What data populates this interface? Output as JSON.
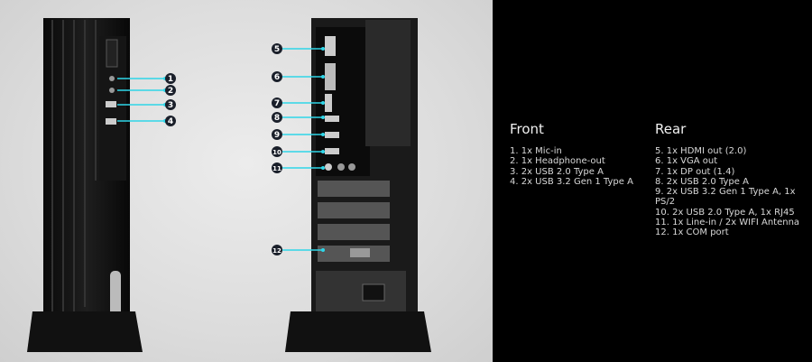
{
  "front": {
    "title": "Front",
    "items": [
      "1. 1x Mic-in",
      "2. 1x Headphone-out",
      "3. 2x USB 2.0 Type A",
      "4. 2x USB 3.2 Gen 1 Type A"
    ]
  },
  "rear": {
    "title": "Rear",
    "items": [
      "5. 1x HDMI out (2.0)",
      "6. 1x VGA out",
      "7. 1x DP out (1.4)",
      "8. 2x USB 2.0 Type A",
      "9. 2x USB 3.2 Gen 1 Type A, 1x PS/2",
      "10. 2x USB 2.0 Type A, 1x RJ45",
      "11. 1x Line-in / 2x WIFI Antenna",
      "12. 1x COM port"
    ]
  },
  "callouts": {
    "front": [
      "1",
      "2",
      "3",
      "4"
    ],
    "rear": [
      "5",
      "6",
      "7",
      "8",
      "9",
      "10",
      "11",
      "12"
    ]
  },
  "colors": {
    "callout_line": "#2fd6e8",
    "callout_badge": "#1a1f2a",
    "panel_bg": "#000000"
  }
}
